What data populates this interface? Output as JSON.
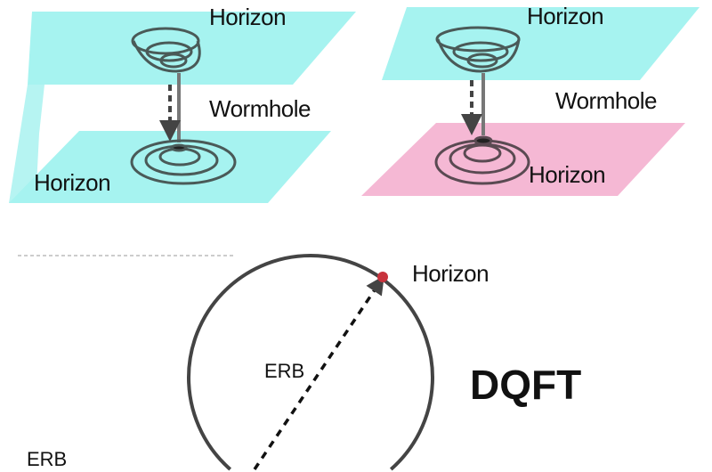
{
  "colors": {
    "cyan_plane": "#a6f3f0",
    "pink_plane": "#f5b8d4",
    "funnel": "#4a5a58",
    "horizon_dot": "#c8323c"
  },
  "top_left": {
    "horizon_top": "Horizon",
    "wormhole": "Wormhole",
    "horizon_bottom": "Horizon"
  },
  "top_right": {
    "horizon_top": "Horizon",
    "wormhole": "Wormhole",
    "horizon_bottom": "Horizon"
  },
  "bottom": {
    "horizon": "Horizon",
    "erb_inner": "ERB",
    "dqft": "DQFT",
    "erb_outer": "ERB"
  }
}
